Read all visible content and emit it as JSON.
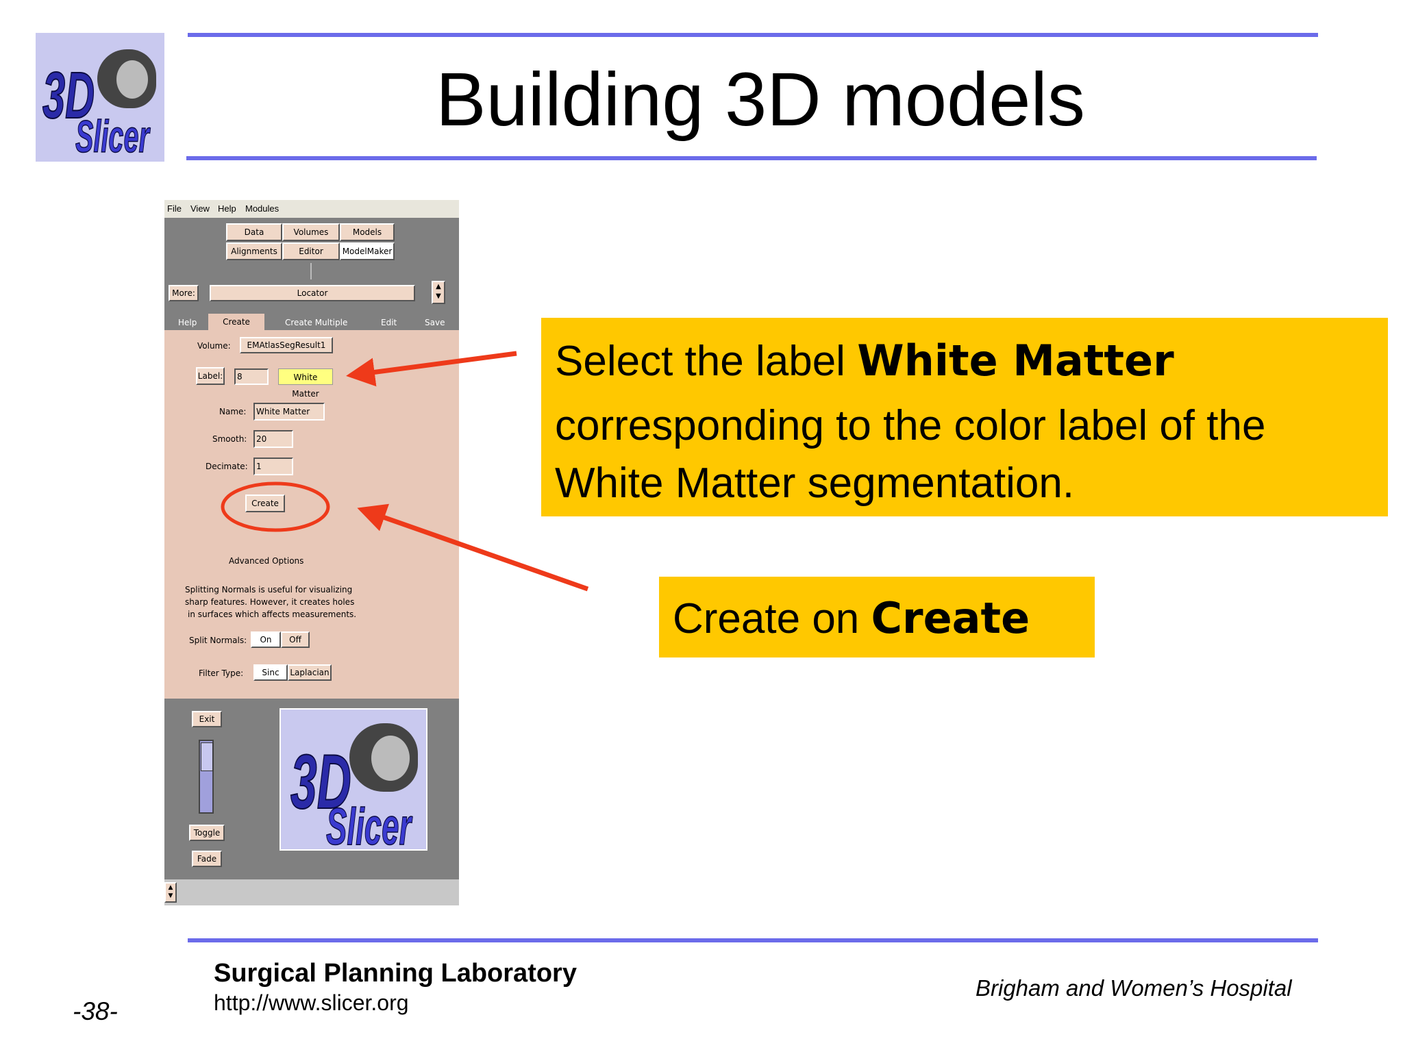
{
  "slide": {
    "title": "Building 3D models",
    "page_number": "-38-",
    "footer": {
      "lab": "Surgical Planning Laboratory",
      "url": "http://www.slicer.org",
      "hospital": "Brigham and Women’s Hospital"
    },
    "logo": {
      "line1": "3D",
      "line2": "Slicer"
    },
    "rule_color": "#6b6bea"
  },
  "app": {
    "menu": [
      "File",
      "View",
      "Help",
      "Modules"
    ],
    "modules_row1": [
      "Data",
      "Volumes",
      "Models"
    ],
    "modules_row2": [
      "Alignments",
      "Editor",
      "ModelMaker"
    ],
    "more_label": "More:",
    "locator_label": "Locator",
    "tabs": [
      "Help",
      "Create",
      "Create Multiple",
      "Edit",
      "Save"
    ],
    "form": {
      "volume_label": "Volume:",
      "volume_value": "EMAtlasSegResult1",
      "label_button": "Label:",
      "label_value": "8",
      "label_name": "White Matter",
      "name_label": "Name:",
      "name_value": "White Matter",
      "smooth_label": "Smooth:",
      "smooth_value": "20",
      "decimate_label": "Decimate:",
      "decimate_value": "1",
      "create_button": "Create"
    },
    "advanced": {
      "title": "Advanced Options",
      "help_line1": "Splitting Normals is useful for visualizing",
      "help_line2": "sharp features. However, it creates holes",
      "help_line3": "in surfaces which affects measurements.",
      "split_label": "Split Normals:",
      "split_on": "On",
      "split_off": "Off",
      "filter_label": "Filter Type:",
      "filter_sinc": "Sinc",
      "filter_laplacian": "Laplacian"
    },
    "bottom": {
      "exit": "Exit",
      "toggle": "Toggle",
      "fade": "Fade",
      "logo_line1": "3D",
      "logo_line2": "Slicer"
    },
    "highlight_color": "#ffff80"
  },
  "callouts": {
    "select": {
      "line1_pre": "Select the label ",
      "line1_bold": "White Matter",
      "line2": "corresponding to the color label of the",
      "line3": "White Matter segmentation."
    },
    "create": {
      "pre": "Create on ",
      "bold": "Create"
    },
    "color": "#ffc800",
    "arrow_color": "#ee3a1a"
  }
}
